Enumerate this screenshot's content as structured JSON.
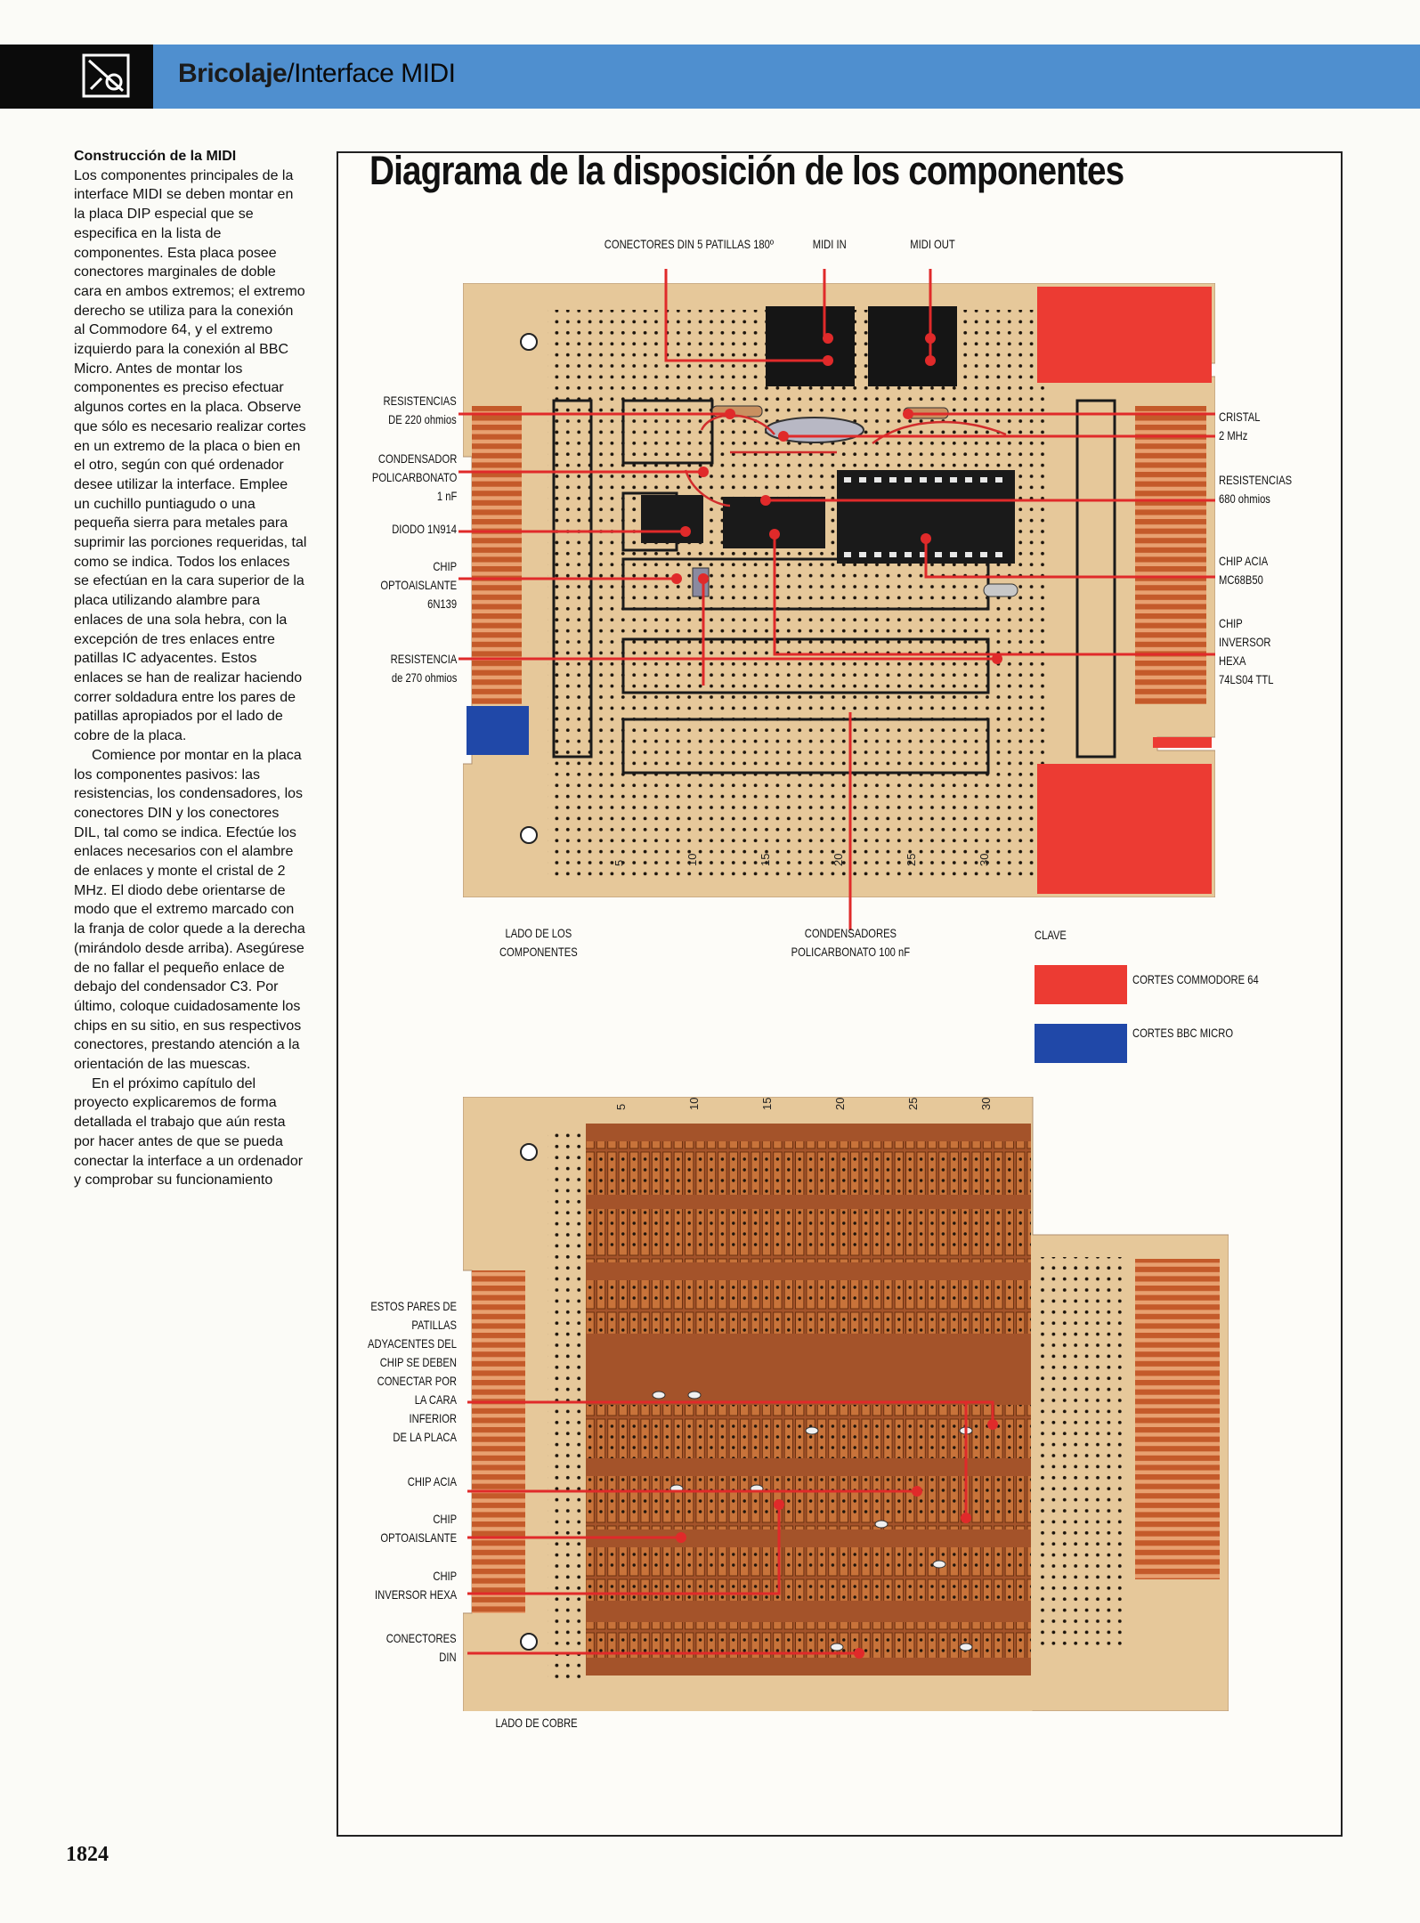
{
  "header": {
    "section": "Bricolaje",
    "subtitle": "/Interface MIDI",
    "icon": "tools-icon"
  },
  "article": {
    "heading": "Construcción de la MIDI",
    "paragraph1": "Los componentes principales de la interface MIDI se deben montar en la placa DIP especial que se especifica en la lista de componentes. Esta placa posee conectores marginales de doble cara en ambos extremos; el extremo derecho se utiliza para la conexión al Commodore 64, y el extremo izquierdo para la conexión al BBC Micro. Antes de montar los componentes es preciso efectuar algunos cortes en la placa. Observe que sólo es necesario realizar cortes en un extremo de la placa o bien en el otro, según con qué ordenador desee utilizar la interface. Emplee un cuchillo puntiagudo o una pequeña sierra para metales para suprimir las porciones requeridas, tal como se indica. Todos los enlaces se efectúan en la cara superior de la placa utilizando alambre para enlaces de una sola hebra, con la excepción de tres enlaces entre patillas IC adyacentes. Estos enlaces se han de realizar haciendo correr soldadura entre los pares de patillas apropiados por el lado de cobre de la placa.",
    "paragraph2": "Comience por montar en la placa los componentes pasivos: las resistencias, los condensadores, los conectores DIN y los conectores DIL, tal como se indica. Efectúe los enlaces necesarios con el alambre de enlaces y monte el cristal de 2 MHz. El diodo debe orientarse de modo que el extremo marcado con la franja de color quede a la derecha (mirándolo desde arriba). Asegúrese de no fallar el pequeño enlace de debajo del condensador C3. Por último, coloque cuidadosamente los chips en su sitio, en sus respectivos conectores, prestando atención a la orientación de las muescas.",
    "paragraph3": "En el próximo capítulo del proyecto explicaremos de forma detallada el trabajo que aún resta por hacer antes de que se pueda conectar la interface a un ordenador y comprobar su funcionamiento"
  },
  "page_number": "1824",
  "diagram": {
    "title": "Diagrama de la disposición de los componentes",
    "top_labels": {
      "din": "CONECTORES DIN 5 PATILLAS 180º",
      "midi_in": "MIDI IN",
      "midi_out": "MIDI OUT"
    },
    "left_labels": {
      "res220_1": "RESISTENCIAS",
      "res220_2": "DE 220 ohmios",
      "cond_1": "CONDENSADOR",
      "cond_2": "POLICARBONATO",
      "cond_3": "1 nF",
      "diodo": "DIODO 1N914",
      "opto_1": "CHIP",
      "opto_2": "OPTOAISLANTE",
      "opto_3": "6N139",
      "res270_1": "RESISTENCIA",
      "res270_2": "de 270 ohmios"
    },
    "right_labels": {
      "cristal_1": "CRISTAL",
      "cristal_2": "2 MHz",
      "res680_1": "RESISTENCIAS",
      "res680_2": "680 ohmios",
      "acia_1": "CHIP ACIA",
      "acia_2": "MC68B50",
      "hexa_1": "CHIP",
      "hexa_2": "INVERSOR",
      "hexa_3": "HEXA",
      "hexa_4": "74LS04 TTL"
    },
    "bottom_labels": {
      "lado_1": "LADO DE LOS",
      "lado_2": "COMPONENTES",
      "cond100_1": "CONDENSADORES",
      "cond100_2": "POLICARBONATO 100 nF",
      "clave": "CLAVE"
    },
    "legend": [
      {
        "label": "CORTES COMMODORE 64",
        "color": "#ec3b33"
      },
      {
        "label": "CORTES BBC MICRO",
        "color": "#2048a8"
      }
    ],
    "column_numbers": [
      "5",
      "10",
      "15",
      "20",
      "25",
      "30"
    ],
    "copper_labels": {
      "pares_1": "ESTOS PARES DE",
      "pares_2": "PATILLAS",
      "pares_3": "ADYACENTES DEL",
      "pares_4": "CHIP SE DEBEN",
      "pares_5": "CONECTAR POR",
      "pares_6": "LA CARA",
      "pares_7": "INFERIOR",
      "pares_8": "DE LA PLACA",
      "acia": "CHIP ACIA",
      "opto_1": "CHIP",
      "opto_2": "OPTOAISLANTE",
      "hexa_1": "CHIP",
      "hexa_2": "INVERSOR HEXA",
      "din_1": "CONECTORES",
      "din_2": "DIN",
      "lado": "LADO DE COBRE"
    },
    "colors": {
      "board": "#e6c89a",
      "copper": "#b0602a",
      "pointer": "#e02a2a",
      "cut_c64": "#ec3b33",
      "cut_bbc": "#2048a8"
    }
  }
}
